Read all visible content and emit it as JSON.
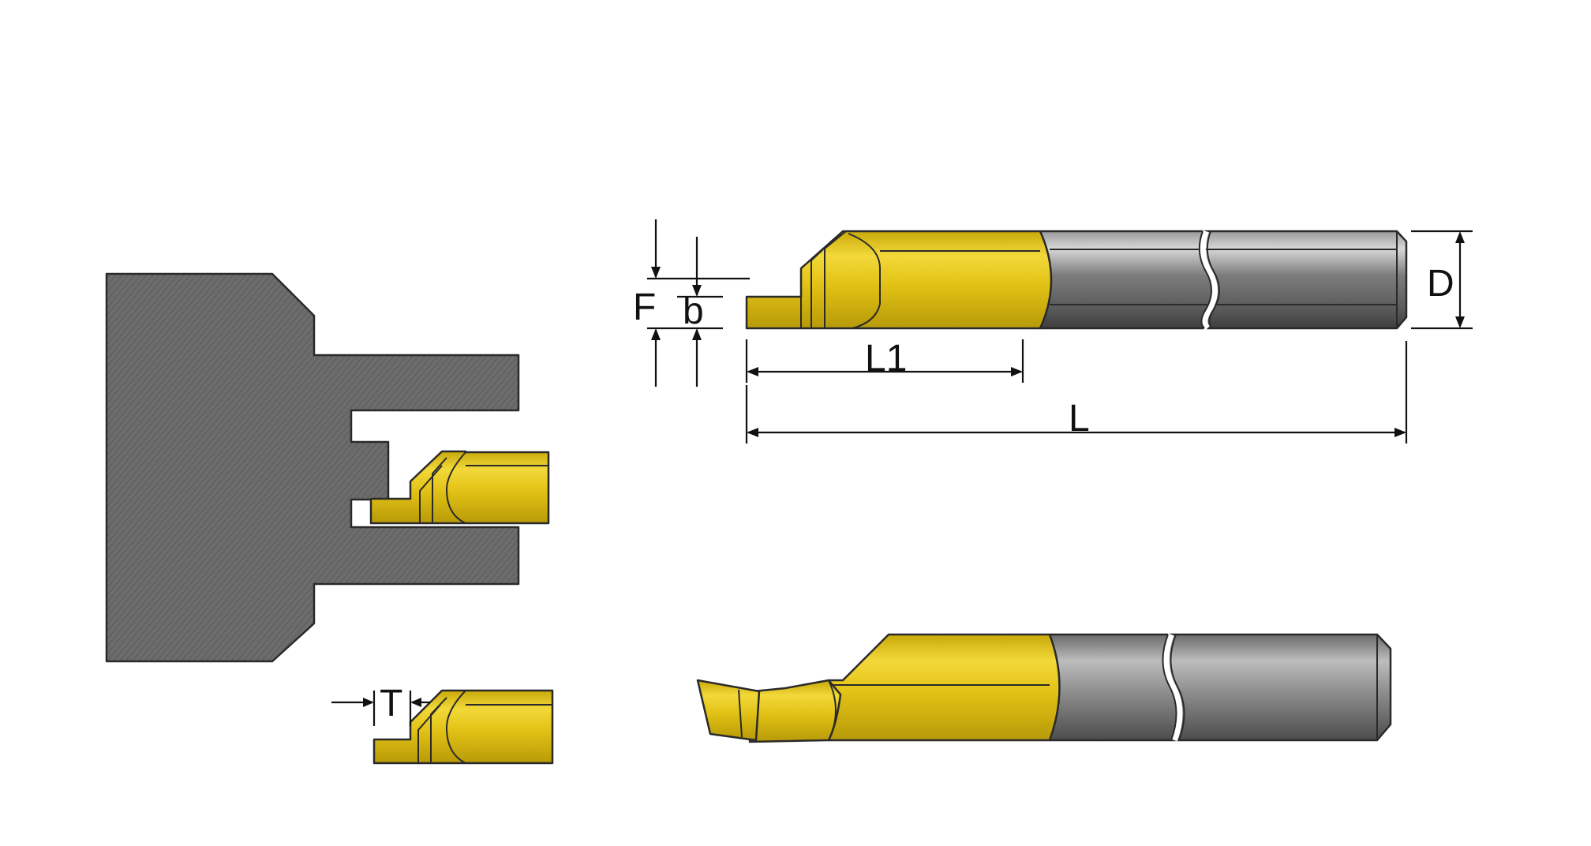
{
  "labels": {
    "F": "F",
    "b": "b",
    "D": "D",
    "L1": "L1",
    "L": "L",
    "T": "T"
  },
  "colors": {
    "carbide_yellow": "#e7c919",
    "steel_shank": "#8a8a8a",
    "holder_gray": "#6e6e6e",
    "line_black": "#111111"
  }
}
